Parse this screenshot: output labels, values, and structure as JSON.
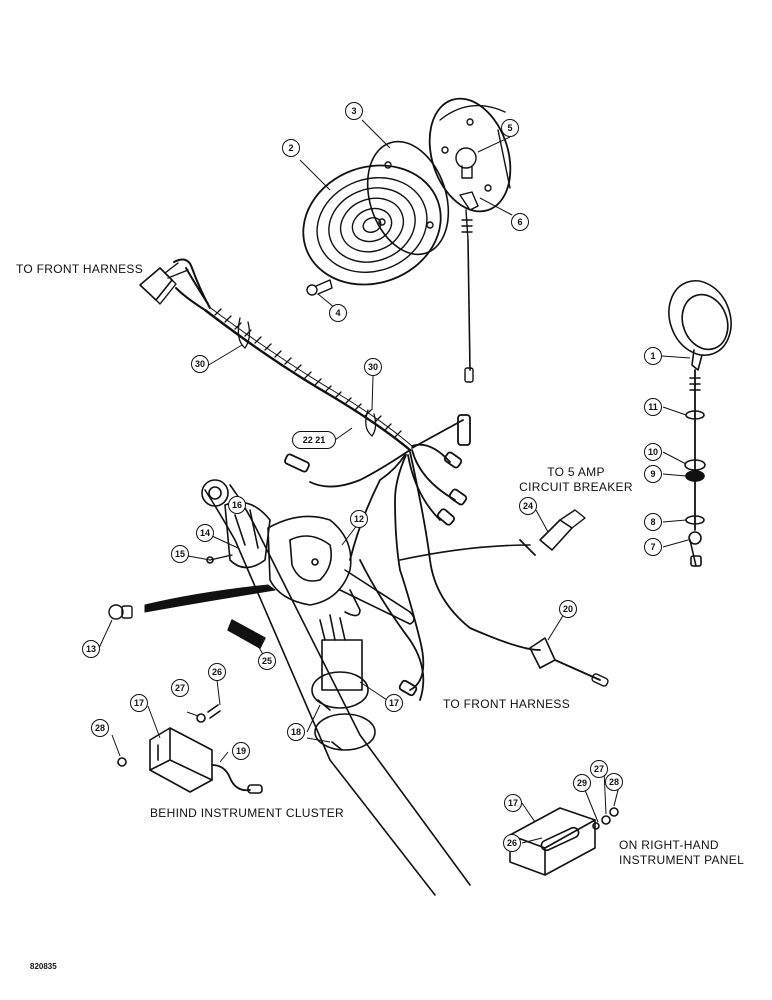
{
  "labels": {
    "to_front_harness_top": "TO FRONT HARNESS",
    "to_front_harness_bottom": "TO FRONT HARNESS",
    "circuit_breaker_line1": "TO 5 AMP",
    "circuit_breaker_line2": "CIRCUIT BREAKER",
    "behind_cluster": "BEHIND INSTRUMENT CLUSTER",
    "right_panel_line1": "ON RIGHT-HAND",
    "right_panel_line2": "INSTRUMENT PANEL"
  },
  "callouts": {
    "c1": "1",
    "c2": "2",
    "c3": "3",
    "c4": "4",
    "c5": "5",
    "c6": "6",
    "c7": "7",
    "c8": "8",
    "c9": "9",
    "c10": "10",
    "c11": "11",
    "c12": "12",
    "c13": "13",
    "c14": "14",
    "c15": "15",
    "c16": "16",
    "c17a": "17",
    "c17b": "17",
    "c17c": "17",
    "c18": "18",
    "c19": "19",
    "c20": "20",
    "c22_21": "22 21",
    "c24": "24",
    "c25": "25",
    "c26a": "26",
    "c26b": "26",
    "c27a": "27",
    "c27b": "27",
    "c28a": "28",
    "c28b": "28",
    "c29": "29",
    "c30a": "30",
    "c30b": "30"
  },
  "drawing_number": "820835"
}
